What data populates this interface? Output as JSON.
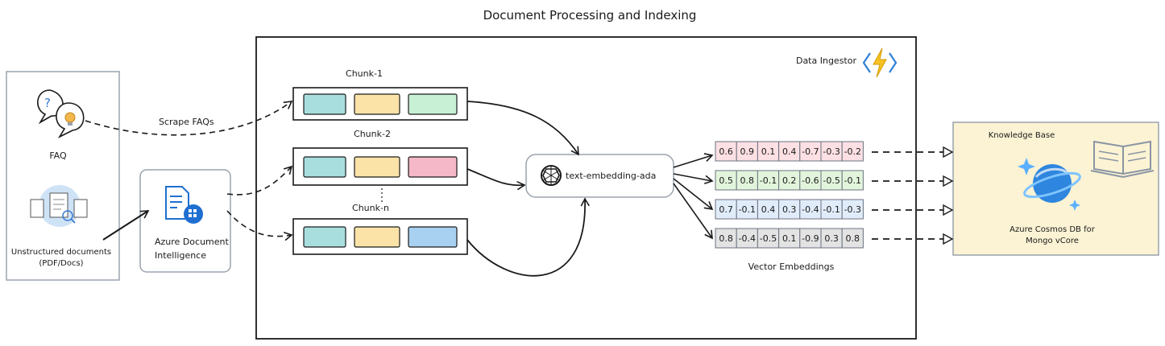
{
  "title": "Document Processing and Indexing",
  "sources": {
    "faq_label": "FAQ",
    "docs_label_line1": "Unstructured documents",
    "docs_label_line2": "(PDF/Docs)"
  },
  "scrape_label": "Scrape FAQs",
  "doc_intelligence": {
    "line1": "Azure Document",
    "line2": "Intelligence"
  },
  "ingestor": {
    "label": "Data Ingestor",
    "icon": "azure-functions-icon"
  },
  "chunks": [
    {
      "label": "Chunk-1",
      "colors": [
        "#a8dede",
        "#fbe3a8",
        "#c8f0d4"
      ]
    },
    {
      "label": "Chunk-2",
      "colors": [
        "#a8dede",
        "#fbe3a8",
        "#f5b8c8"
      ]
    },
    {
      "label": "Chunk-n",
      "colors": [
        "#a8dede",
        "#fbe3a8",
        "#a8d0f0"
      ]
    }
  ],
  "embedding_model": {
    "label": "text-embedding-ada",
    "icon": "openai-icon"
  },
  "vectors": {
    "caption": "Vector Embeddings",
    "rows": [
      {
        "fill": "#fde0e4",
        "values": [
          "0.6",
          "0.9",
          "0.1",
          "0.4",
          "-0.7",
          "-0.3",
          "-0.2"
        ]
      },
      {
        "fill": "#e2f5dc",
        "values": [
          "0.5",
          "0.8",
          "-0.1",
          "0.2",
          "-0.6",
          "-0.5",
          "-0.1"
        ]
      },
      {
        "fill": "#e1ecfa",
        "values": [
          "0.7",
          "-0.1",
          "0.4",
          "0.3",
          "-0.4",
          "-0.1",
          "-0.3"
        ]
      },
      {
        "fill": "#e3e3e3",
        "values": [
          "0.8",
          "-0.4",
          "-0.5",
          "0.1",
          "-0.9",
          "0.3",
          "0.8"
        ]
      }
    ]
  },
  "knowledge_base": {
    "label": "Knowledge Base",
    "db_line1": "Azure Cosmos DB for",
    "db_line2": "Mongo vCore",
    "fill": "#fbf3d4"
  }
}
